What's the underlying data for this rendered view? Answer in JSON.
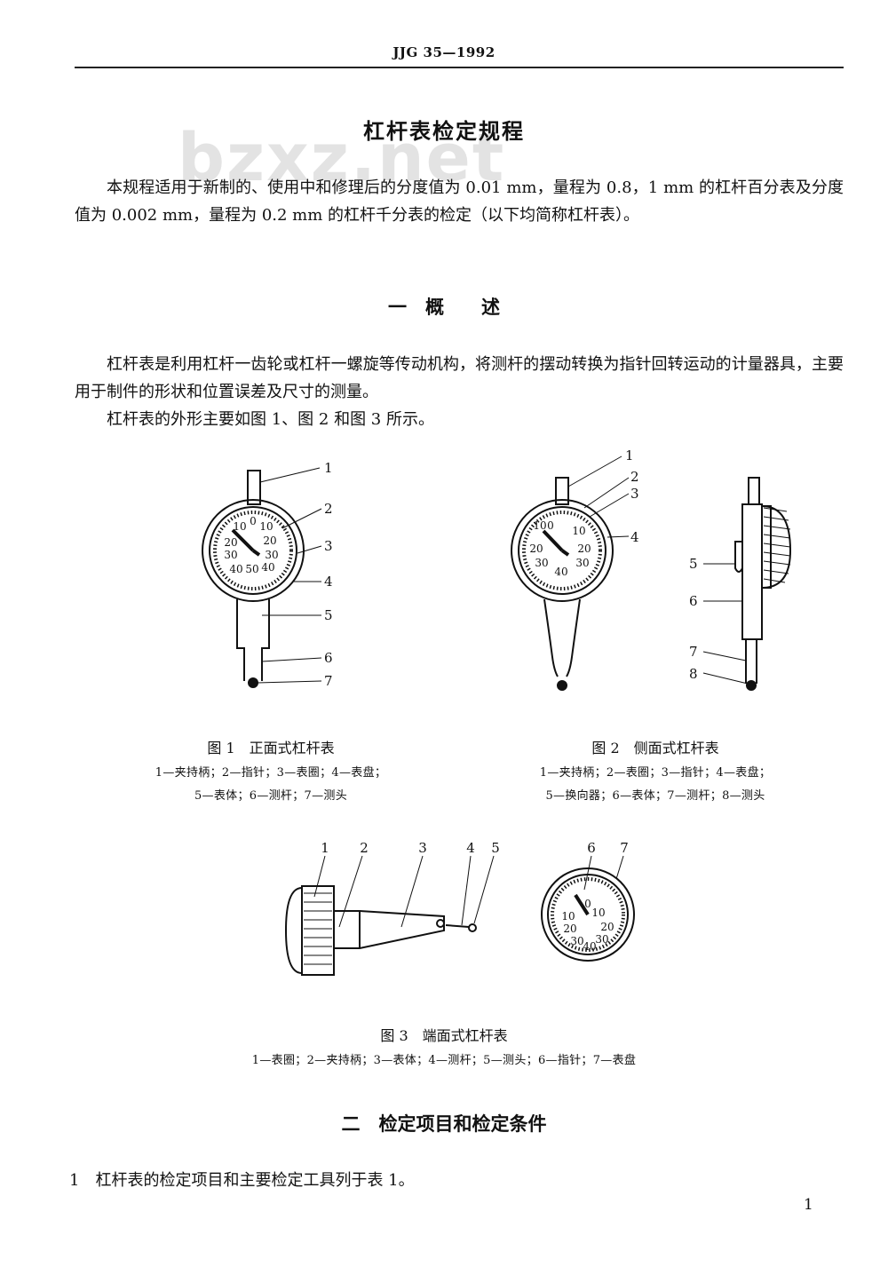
{
  "header": {
    "code": "JJG 35—1992"
  },
  "watermark": "bzxz.net",
  "title": "杠杆表检定规程",
  "intro": "本规程适用于新制的、使用中和修理后的分度值为 0.01 mm，量程为 0.8，1 mm 的杠杆百分表及分度值为 0.002 mm，量程为 0.2 mm 的杠杆千分表的检定（以下均简称杠杆表）。",
  "section1": {
    "heading": "一　概　　述",
    "para1": "杠杆表是利用杠杆一齿轮或杠杆一螺旋等传动机构，将测杆的摆动转换为指针回转运动的计量器具，主要用于制件的形状和位置误差及尺寸的测量。",
    "para2": "杠杆表的外形主要如图 1、图 2 和图 3 所示。"
  },
  "figures": {
    "fig1": {
      "caption": "图 1　正面式杠杆表",
      "legend_line1": "1—夹持柄；2—指针；3—表圈；4—表盘；",
      "legend_line2": "5—表体；6—测杆；7—测头",
      "callouts": [
        "1",
        "2",
        "3",
        "4",
        "5",
        "6",
        "7"
      ],
      "dial_numbers": [
        "10",
        "0",
        "10",
        "20",
        "20",
        "30",
        "30",
        "40",
        "50",
        "40"
      ]
    },
    "fig2": {
      "caption": "图 2　侧面式杠杆表",
      "legend_line1": "1—夹持柄；2—表圈；3—指针；4—表盘；",
      "legend_line2": "5—换向器；6—表体；7—测杆；8—测头",
      "callouts_front": [
        "1",
        "2",
        "3",
        "4"
      ],
      "callouts_side": [
        "5",
        "6",
        "7",
        "8"
      ],
      "dial_numbers": [
        "0",
        "10",
        "10",
        "20",
        "20",
        "30",
        "30",
        "40"
      ]
    },
    "fig3": {
      "caption": "图 3　端面式杠杆表",
      "legend": "1—表圈；2—夹持柄；3—表体；4—测杆；5—测头；6—指针；7—表盘",
      "callouts_side": [
        "1",
        "2",
        "3",
        "4",
        "5"
      ],
      "callouts_dial": [
        "6",
        "7"
      ],
      "dial_numbers": [
        "0",
        "10",
        "10",
        "20",
        "20",
        "30",
        "30",
        "40"
      ]
    }
  },
  "section2": {
    "heading": "二　检定项目和检定条件",
    "item1": "1　杠杆表的检定项目和主要检定工具列于表 1。"
  },
  "page_number": "1"
}
